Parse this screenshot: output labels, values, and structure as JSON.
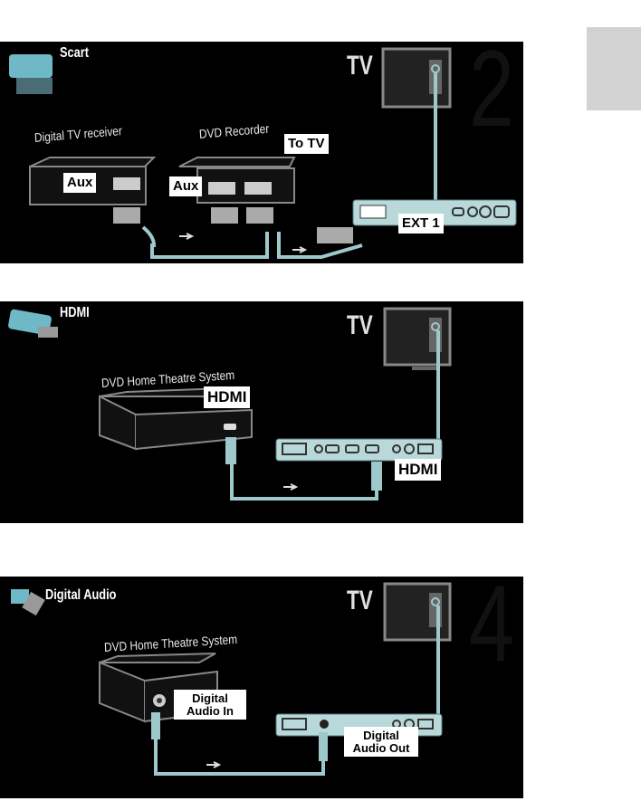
{
  "side_tab": {
    "color": "#d2d2d2"
  },
  "panels": [
    {
      "title": "Scart",
      "tv": "TV",
      "step": "2",
      "labels": {
        "receiver": "Digital TV receiver",
        "recorder": "DVD Recorder",
        "aux1": "Aux",
        "aux2": "Aux",
        "to_tv": "To TV",
        "ext": "EXT 1"
      }
    },
    {
      "title": "HDMI",
      "tv": "TV",
      "labels": {
        "device": "DVD Home Theatre System",
        "hdmi_device": "HDMI",
        "hdmi_tv": "HDMI"
      }
    },
    {
      "title": "Digital Audio",
      "tv": "TV",
      "step": "4",
      "labels": {
        "device": "DVD Home Theatre System",
        "in": "Digital Audio In",
        "out": "Digital Audio Out"
      }
    }
  ],
  "colors": {
    "cable": "#9ec9cc",
    "panel_bg": "#000000",
    "connector": "#b8d8da"
  }
}
